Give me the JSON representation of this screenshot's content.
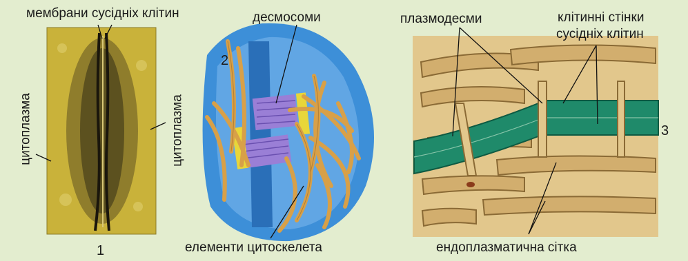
{
  "colors": {
    "background": "#e3edcf",
    "cytoplasm": "#c9b23a",
    "membrane_dark": "#2a2415",
    "filament": "#d8a048",
    "desmosome_plaque": "#9a7fd6",
    "cell_blue": "#3d8fd8",
    "cell_wall": "#1f8a6a",
    "organelle_tan": "#d2ae6e"
  },
  "labels": {
    "membranes": "мембрани сусідніх клітин",
    "desmosomes": "десмосоми",
    "plasmodesmata": "плазмодесми",
    "cell_walls_line1": "клітинні стінки",
    "cell_walls_line2": "сусідніх клітин",
    "cytoplasm_left": "цитоплазма",
    "cytoplasm_right": "цитоплазма",
    "cytoskeleton": "елементи цитоскелета",
    "er": "ендоплазматична сітка",
    "fig1": "1",
    "fig2": "2",
    "fig3": "3"
  }
}
